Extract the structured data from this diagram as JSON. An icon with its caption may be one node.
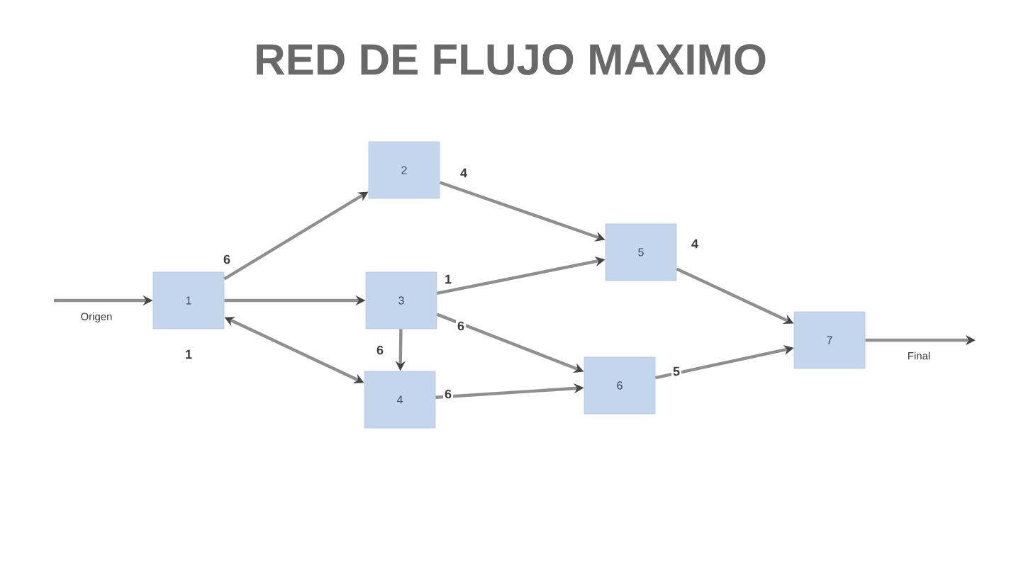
{
  "diagram": {
    "title": "RED DE FLUJO MAXIMO",
    "nodes": [
      {
        "text": [
          "1"
        ]
      },
      {
        "text": [
          "2"
        ]
      },
      {
        "text": [
          "3"
        ]
      },
      {
        "text": [
          "4"
        ]
      },
      {
        "text": [
          "5"
        ]
      },
      {
        "text": [
          "6"
        ]
      },
      {
        "text": [
          "7"
        ]
      }
    ],
    "edges": [
      {
        "from": null,
        "to": 0,
        "arrow": "to",
        "label": "Origen"
      },
      {
        "from": 0,
        "to": 1,
        "arrow": "to",
        "label": "6"
      },
      {
        "from": 0,
        "to": 2,
        "arrow": "to"
      },
      {
        "from": 0,
        "to": 3,
        "arrow": "both",
        "label": "1"
      },
      {
        "from": 1,
        "to": 4,
        "arrow": "to",
        "label": "4"
      },
      {
        "from": 2,
        "to": 4,
        "arrow": "to",
        "label": "1"
      },
      {
        "from": 2,
        "to": 5,
        "arrow": "to",
        "label": "6"
      },
      {
        "from": 2,
        "to": 3,
        "arrow": "to",
        "label": "6"
      },
      {
        "from": 3,
        "to": 5,
        "arrow": "to",
        "label": "6"
      },
      {
        "from": 4,
        "to": 6,
        "arrow": "to",
        "label": "4"
      },
      {
        "from": 5,
        "to": 6,
        "arrow": "to",
        "label": "5"
      },
      {
        "from": 6,
        "to": null,
        "arrow": "to",
        "label": "Final"
      }
    ]
  }
}
